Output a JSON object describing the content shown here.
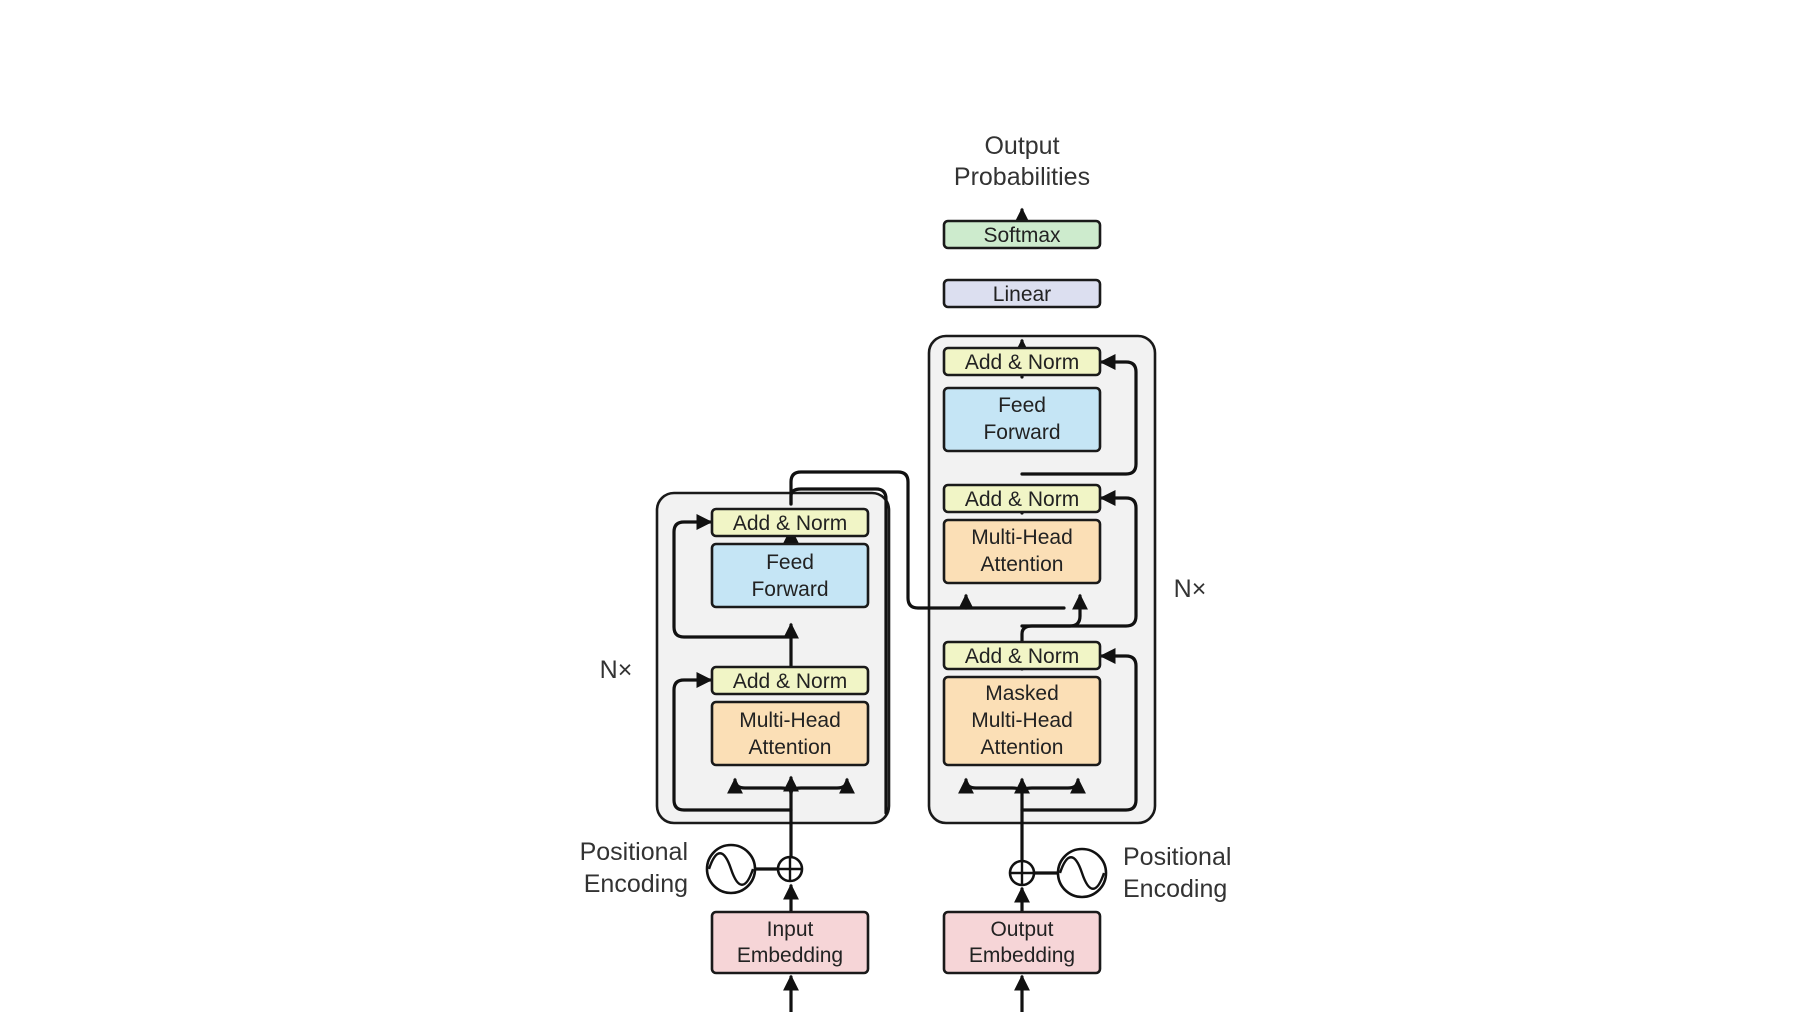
{
  "colors": {
    "add_norm": "#f1f5c6",
    "feed_forward": "#c5e5f5",
    "attention": "#fbdfb6",
    "embedding": "#f6d5d7",
    "linear": "#dcdff0",
    "softmax": "#cdebcd",
    "stack_background": "#f2f2f2",
    "line": "#111111"
  },
  "encoder": {
    "repeat_label": "N×",
    "add_norm_top": "Add & Norm",
    "feed_forward": [
      "Feed",
      "Forward"
    ],
    "add_norm_bottom": "Add & Norm",
    "attention": [
      "Multi-Head",
      "Attention"
    ],
    "positional_encoding": [
      "Positional",
      "Encoding"
    ],
    "embedding": [
      "Input",
      "Embedding"
    ]
  },
  "decoder": {
    "repeat_label": "N×",
    "add_norm_top": "Add & Norm",
    "feed_forward": [
      "Feed",
      "Forward"
    ],
    "add_norm_middle": "Add & Norm",
    "cross_attention": [
      "Multi-Head",
      "Attention"
    ],
    "add_norm_bottom": "Add & Norm",
    "masked_attention": [
      "Masked",
      "Multi-Head",
      "Attention"
    ],
    "positional_encoding": [
      "Positional",
      "Encoding"
    ],
    "embedding": [
      "Output",
      "Embedding"
    ]
  },
  "head": {
    "linear": "Linear",
    "softmax": "Softmax",
    "output": [
      "Output",
      "Probabilities"
    ]
  },
  "icons": {
    "add": "circled-plus-icon",
    "positional_encoding": "sine-wave-icon",
    "arrow": "arrow-head-icon"
  }
}
